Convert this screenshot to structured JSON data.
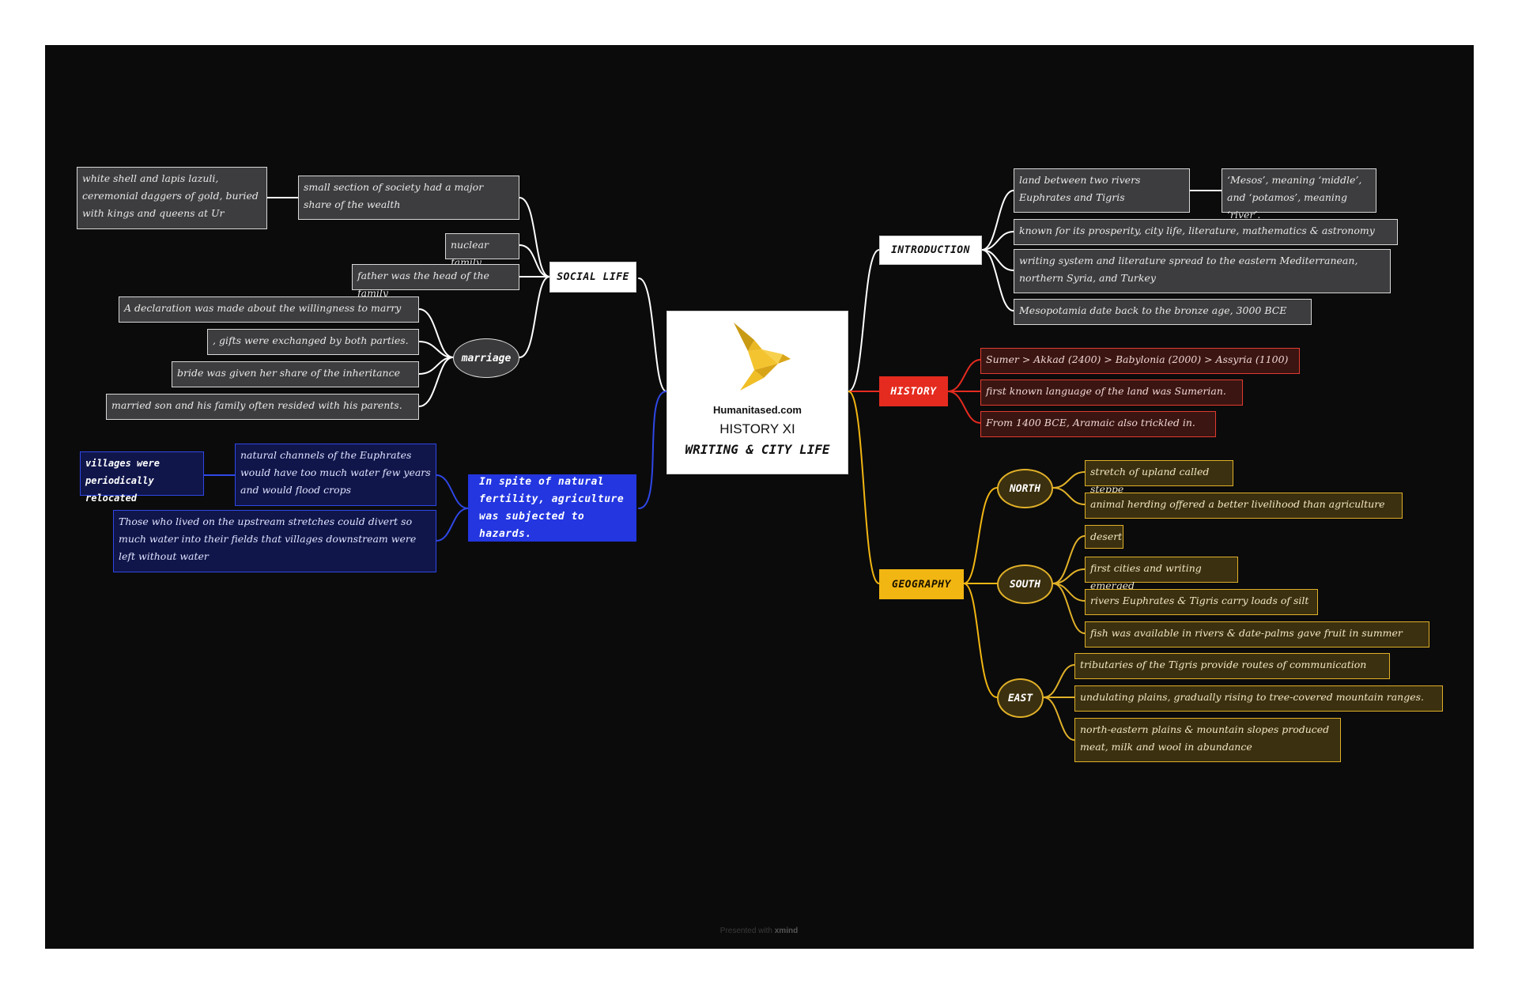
{
  "central": {
    "site": "Humanitased.com",
    "subject": "HISTORY XI",
    "title": "WRITING & CITY LIFE",
    "logo_icon": "origami-bird-icon"
  },
  "branches": {
    "introduction": {
      "label": "INTRODUCTION",
      "items": [
        "land between two rivers Euphrates and Tigris",
        "‘Mesos’, meaning ‘middle’, and ‘potamos’, meaning ‘river’.",
        "known for its prosperity, city life, literature,  mathematics & astronomy",
        "writing system and literature spread to the eastern Mediterranean, northern Syria, and Turkey",
        "Mesopotamia date back to the bronze age, 3000 BCE"
      ]
    },
    "history": {
      "label": "HISTORY",
      "items": [
        "Sumer > Akkad (2400) > Babylonia (2000) > Assyria (1100)",
        "first known language of the land was Sumerian.",
        "From 1400 BCE, Aramaic also trickled in."
      ]
    },
    "geography": {
      "label": "GEOGRAPHY",
      "north": {
        "label": "NORTH",
        "items": [
          "stretch of upland called steppe",
          "animal herding offered a better livelihood than agriculture"
        ]
      },
      "south": {
        "label": "SOUTH",
        "items": [
          "desert",
          "first cities and writing emerged",
          "rivers Euphrates & Tigris carry loads of silt",
          "fish was available in rivers & date-palms gave fruit in summer"
        ]
      },
      "east": {
        "label": "EAST",
        "items": [
          "tributaries of the Tigris provide routes of communication",
          "undulating plains, gradually rising to tree-covered mountain ranges.",
          "north-eastern plains & mountain slopes produced meat, milk and wool in abundance"
        ]
      }
    },
    "social_life": {
      "label": "SOCIAL LIFE",
      "items": [
        "small section of society had a major share of the wealth",
        "white shell and lapis lazuli, ceremonial daggers of gold, buried with kings and queens at Ur",
        "nuclear family",
        "father was the head of the family"
      ],
      "marriage": {
        "label": "marriage",
        "items": [
          "A declaration was made about the willingness to marry",
          ", gifts were exchanged by both parties.",
          "bride was given her share of the inheritance",
          "married son and his family often resided with his parents."
        ]
      }
    },
    "hazards": {
      "label": "In spite of natural fertility, agriculture was subjected to hazards.",
      "items": [
        "natural channels of the Euphrates would have too much water few years and would flood crops",
        "villages were periodically relocated",
        "Those who lived on the upstream stretches could divert so much water into their fields that villages downstream were left without water"
      ]
    }
  },
  "footer": {
    "prefix": "Presented with",
    "brand": "xmind"
  },
  "colors": {
    "background": "#0b0b0c",
    "introduction": "#ffffff",
    "history": "#e52b1f",
    "geography": "#f2b612",
    "hazards": "#2336e0",
    "social_life": "#ffffff"
  }
}
